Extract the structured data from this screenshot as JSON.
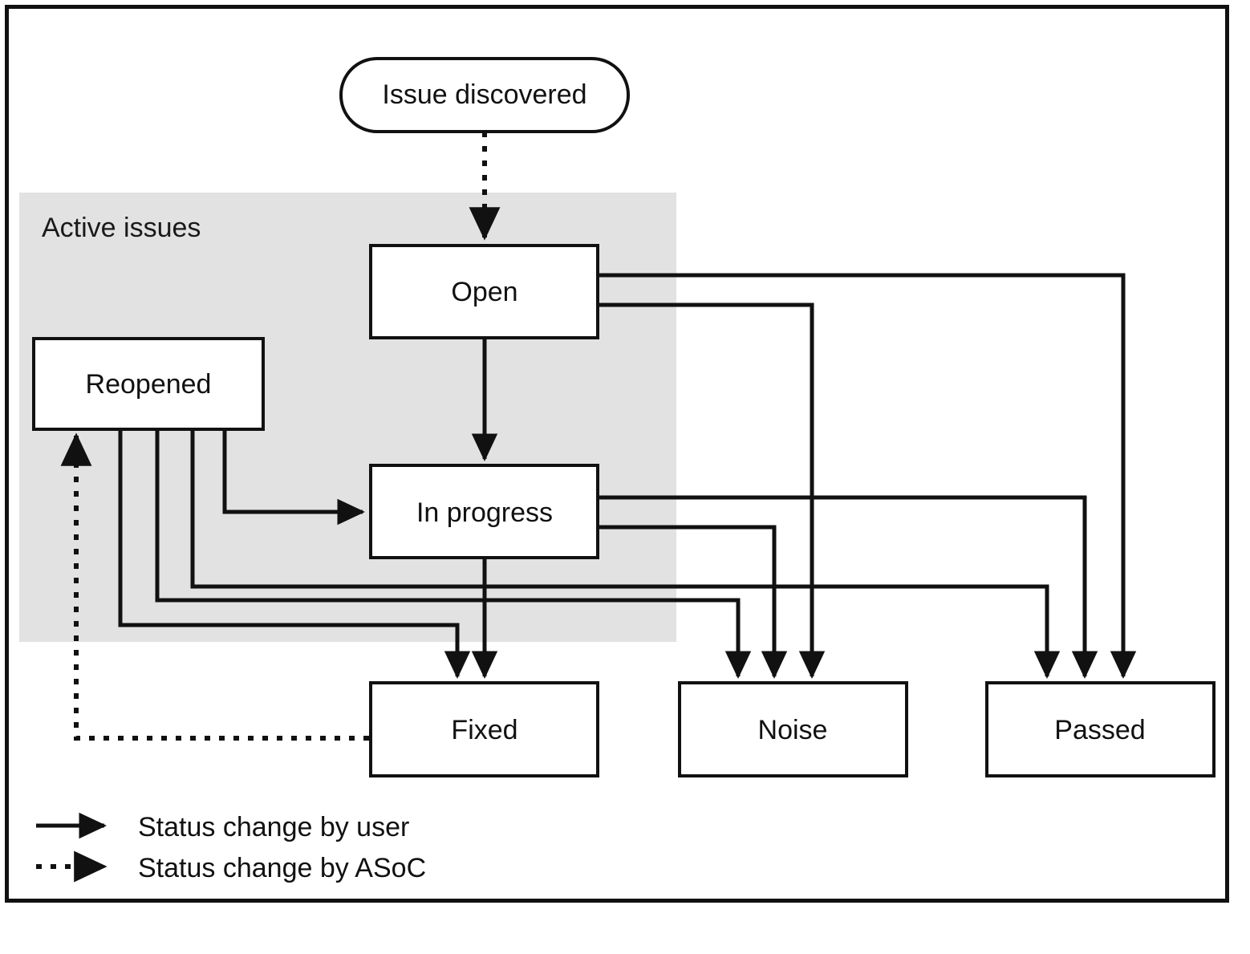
{
  "diagram": {
    "title_region": "Active issues",
    "nodes": {
      "start": "Issue discovered",
      "open": "Open",
      "reopened": "Reopened",
      "in_progress": "In progress",
      "fixed": "Fixed",
      "noise": "Noise",
      "passed": "Passed"
    },
    "legend": [
      {
        "id": "user",
        "style": "solid",
        "label": "Status change by user"
      },
      {
        "id": "asoc",
        "style": "dotted",
        "label": "Status change by ASoC"
      }
    ],
    "colors": {
      "stroke": "#111111",
      "region_fill": "#e2e2e2",
      "node_fill": "#ffffff",
      "page_bg": "#ffffff"
    },
    "edges": [
      {
        "from": "start",
        "to": "open",
        "style": "dotted"
      },
      {
        "from": "open",
        "to": "in_progress",
        "style": "solid"
      },
      {
        "from": "open",
        "to": "passed",
        "style": "solid"
      },
      {
        "from": "open",
        "to": "noise",
        "style": "solid"
      },
      {
        "from": "reopened",
        "to": "in_progress",
        "style": "solid"
      },
      {
        "from": "reopened",
        "to": "fixed",
        "style": "solid"
      },
      {
        "from": "reopened",
        "to": "noise",
        "style": "solid"
      },
      {
        "from": "reopened",
        "to": "passed",
        "style": "solid"
      },
      {
        "from": "in_progress",
        "to": "fixed",
        "style": "solid"
      },
      {
        "from": "in_progress",
        "to": "noise",
        "style": "solid"
      },
      {
        "from": "in_progress",
        "to": "passed",
        "style": "solid"
      },
      {
        "from": "fixed",
        "to": "reopened",
        "style": "dotted"
      }
    ]
  }
}
